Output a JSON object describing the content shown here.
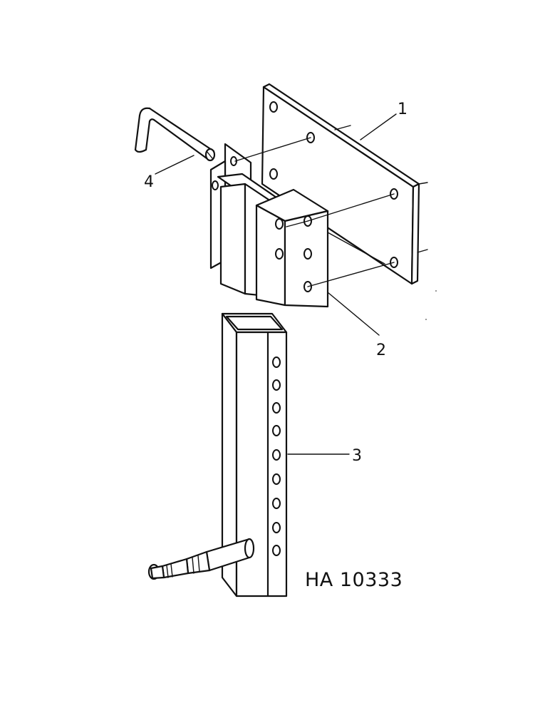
{
  "callouts": [
    {
      "id": "1",
      "label": "1"
    },
    {
      "id": "2",
      "label": "2"
    },
    {
      "id": "3",
      "label": "3"
    },
    {
      "id": "4",
      "label": "4"
    }
  ],
  "drawing_ref": "HA 10333",
  "colors": {
    "line": "#111111",
    "background": "#ffffff"
  }
}
